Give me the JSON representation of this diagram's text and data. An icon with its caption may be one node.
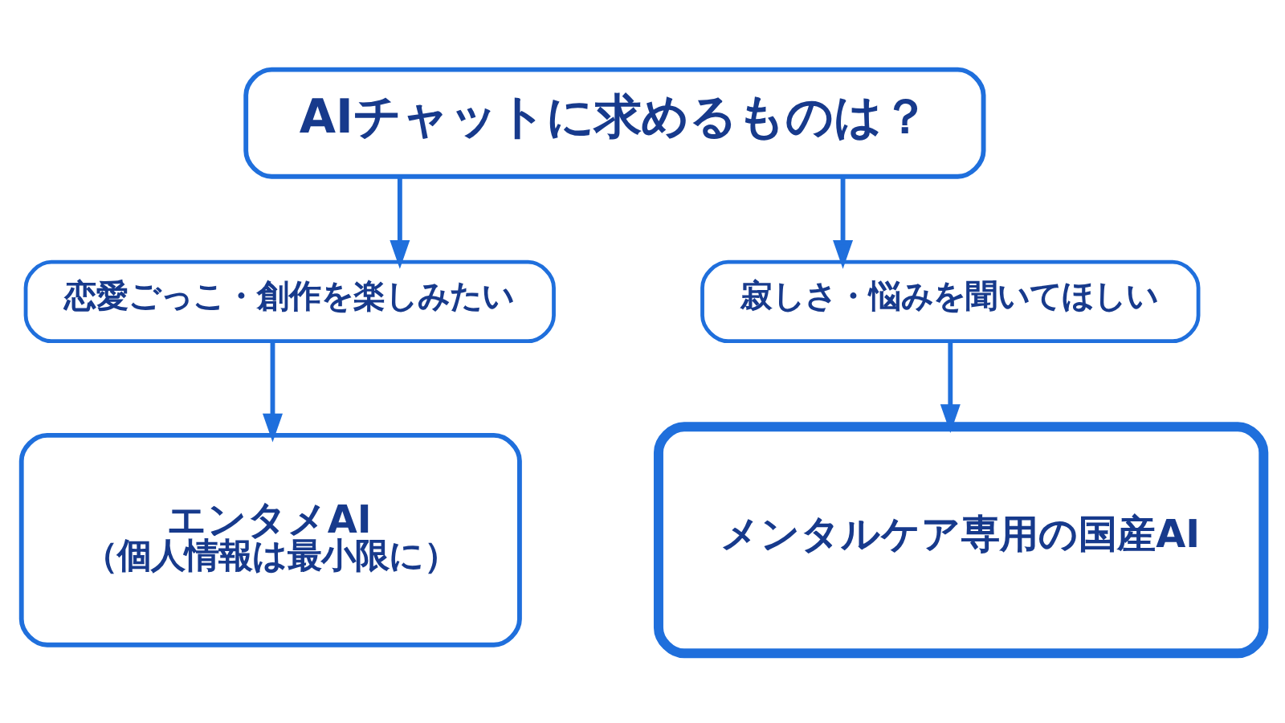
{
  "diagram": {
    "nodes": [
      {
        "text": [
          "AIチャットに求めるものは？"
        ]
      },
      {
        "text": [
          "恋愛ごっこ・創作を楽しみたい"
        ]
      },
      {
        "text": [
          "寂しさ・悩みを聞いてほしい"
        ]
      },
      {
        "text": [
          "エンタメAI",
          "（個人情報は最小限に）"
        ]
      },
      {
        "text": [
          "メンタルケア専用の国産AI"
        ]
      }
    ],
    "edges": [
      {
        "from": 0,
        "to": 1,
        "arrow": "to"
      },
      {
        "from": 0,
        "to": 2,
        "arrow": "to"
      },
      {
        "from": 1,
        "to": 3,
        "arrow": "to"
      },
      {
        "from": 2,
        "to": 4,
        "arrow": "to"
      }
    ]
  }
}
